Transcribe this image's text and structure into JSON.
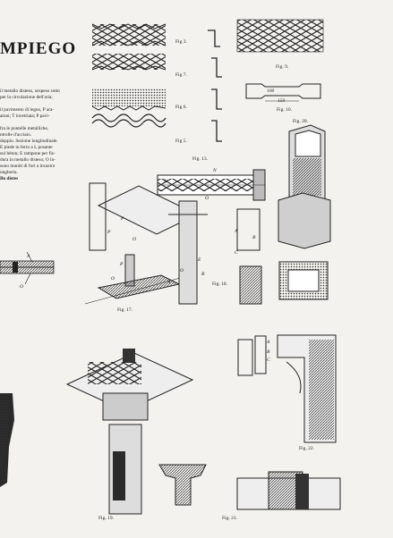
{
  "page": {
    "title": "MPIEGO",
    "left_column": [
      "il metallo disteso, sospeso sotto",
      "per la circolazione dell'aria;",
      "",
      "il pavimento di legno, P ara-",
      "atoni; T invetriata; P pavi-",
      "",
      "fra le pontelle metalliche,",
      "ntrolle d'acciaio.",
      "doppio. Sezione longitudinale.",
      "E piede in ferro a L posante",
      "sul béton; E rampone per fis-",
      "dura in metallo disteso; O in-",
      "sono muniti di fori a incastro",
      "ungheria."
    ],
    "left_column_bold": "Ilo distes",
    "left_labels": [
      "A",
      "O"
    ],
    "figure_labels": {
      "fig3": "Fig 3.",
      "fig7": "Fig 7.",
      "fig6": "Fig 6.",
      "fig5": "Fig 5.",
      "fig9": "Fig. 9.",
      "fig10": "Fig. 10.",
      "fig20": "Fig. 20.",
      "fig13": "Fig. 13.",
      "fig17": "Fig. 17.",
      "fig18": "Fig. 18.",
      "fig19": "Fig. 19.",
      "fig21": "Fig. 21.",
      "fig22": "Fig. 22."
    },
    "fig10_dims": [
      "100",
      "150"
    ],
    "fig13_labels": [
      "N",
      "O",
      "N"
    ],
    "fig17_labels": [
      "P",
      "P",
      "O",
      "P",
      "O"
    ],
    "fig18_labels": [
      "E",
      "O",
      "A",
      "B",
      "C",
      "B",
      "A"
    ],
    "fig22_labels": [
      "A",
      "B",
      "C"
    ]
  }
}
